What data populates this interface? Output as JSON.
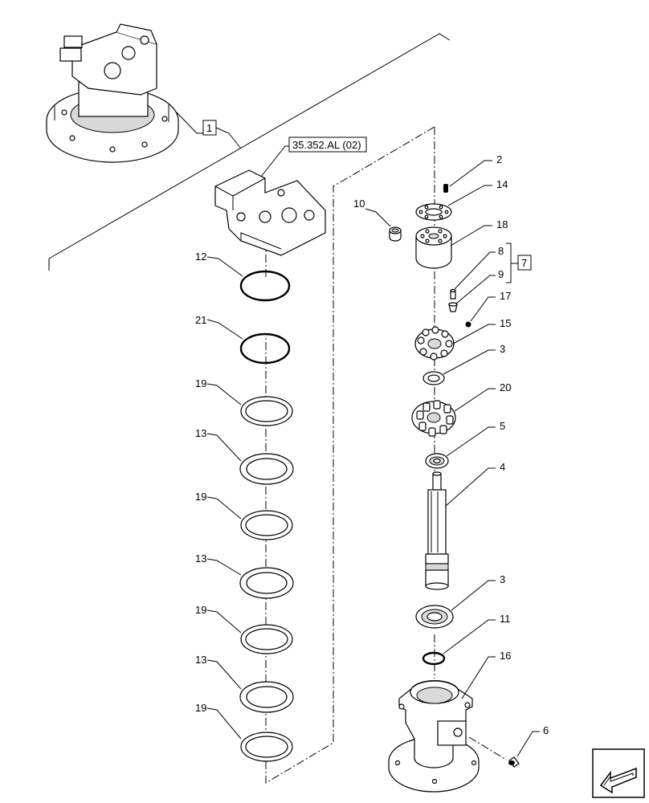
{
  "reference": {
    "text": "35.352.AL (02)"
  },
  "callouts": {
    "c1": "1",
    "c2": "2",
    "c3a": "3",
    "c3b": "3",
    "c4": "4",
    "c5": "5",
    "c6": "6",
    "c7": "7",
    "c8": "8",
    "c9": "9",
    "c10": "10",
    "c11": "11",
    "c12": "12",
    "c13a": "13",
    "c13b": "13",
    "c13c": "13",
    "c14": "14",
    "c15": "15",
    "c16": "16",
    "c17": "17",
    "c18": "18",
    "c19a": "19",
    "c19b": "19",
    "c19c": "19",
    "c19d": "19",
    "c20": "20",
    "c21": "21"
  },
  "colors": {
    "line": "#000000",
    "shade": "#d9d9d9",
    "background": "#ffffff"
  },
  "icons": {
    "nav": "back-arrow-icon"
  }
}
